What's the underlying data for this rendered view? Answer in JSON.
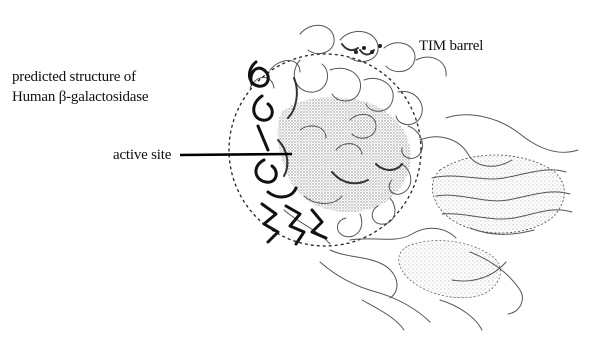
{
  "figure": {
    "caption_line_1": "predicted structure of",
    "caption_line_2": "Human β-galactosidase",
    "labels": {
      "active_site": "active site",
      "tim_barrel": "TIM barrel"
    }
  }
}
